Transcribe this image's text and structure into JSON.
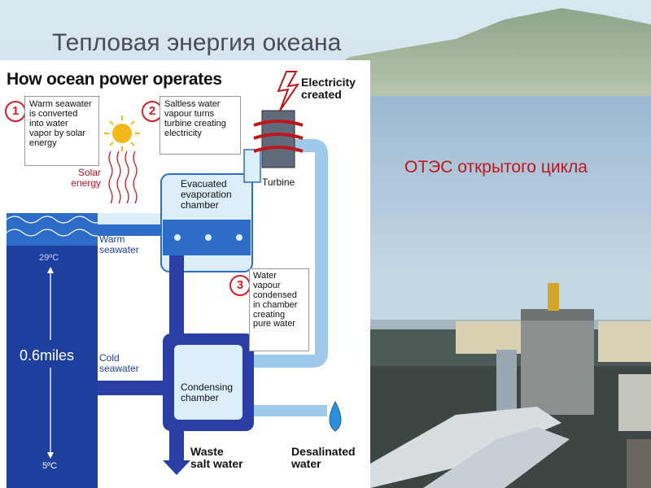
{
  "slide": {
    "title": "Тепловая энергия океана",
    "subtitle_plain": "ОТЭС открытого цикла"
  },
  "diagram": {
    "title": "How ocean power operates",
    "electricity": [
      "Electricity",
      "created"
    ],
    "steps": [
      {
        "number": "1",
        "lines": [
          "Warm seawater",
          "is converted",
          "into water",
          "vapor by solar",
          "energy"
        ]
      },
      {
        "number": "2",
        "lines": [
          "Saltless water",
          "vapour turns",
          "turbine creating",
          "electricity"
        ]
      },
      {
        "number": "3",
        "lines": [
          "Water",
          "vapour",
          "condensed",
          "in chamber",
          "creating",
          "pure water"
        ]
      }
    ],
    "solar_energy": [
      "Solar",
      "energy"
    ],
    "turbine": "Turbine",
    "evaporation_chamber": [
      "Evacuated",
      "evaporation",
      "chamber"
    ],
    "warm_seawater": [
      "Warm",
      "seawater"
    ],
    "cold_seawater": [
      "Cold",
      "seawater"
    ],
    "condensing_chamber": [
      "Condensing",
      "chamber"
    ],
    "temp_top": "29ºC",
    "temp_bottom": "5ºC",
    "depth": "0.6miles",
    "waste_salt_water": [
      "Waste",
      "salt water"
    ],
    "desalinated_water": [
      "Desalinated",
      "water"
    ]
  },
  "colors": {
    "ocean_deep": "#1f3f9e",
    "ocean_surface": "#2d6cc9",
    "pipe_blue": "#2a3fa6",
    "vapor_light": "#dceefa",
    "accent_red": "#c0151d"
  }
}
